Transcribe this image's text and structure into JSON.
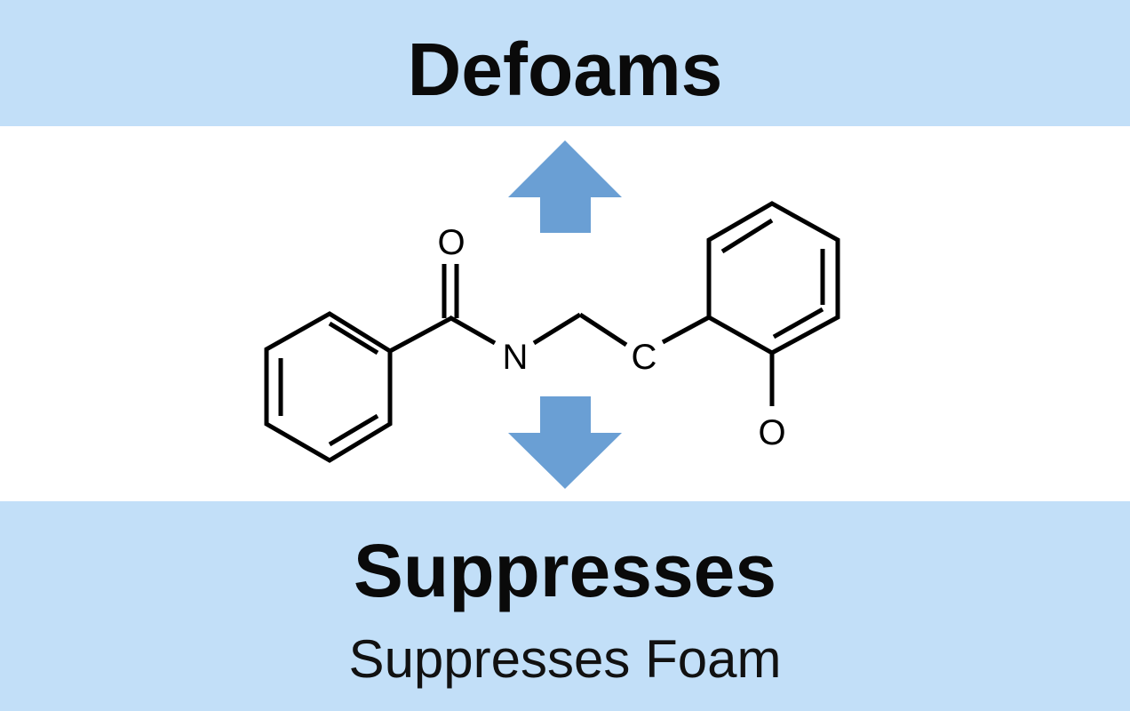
{
  "header": {
    "title": "Defoams"
  },
  "footer": {
    "title": "Suppresses",
    "subtitle": "Suppresses Foam"
  },
  "molecule": {
    "atoms": {
      "carbonyl_o": "O",
      "nitrogen": "N",
      "carbon": "C",
      "hydroxyl_o": "O"
    }
  },
  "colors": {
    "band": "#c2dff8",
    "arrow": "#6a9fd4"
  },
  "icons": {
    "up": "arrow-up-icon",
    "down": "arrow-down-icon"
  }
}
